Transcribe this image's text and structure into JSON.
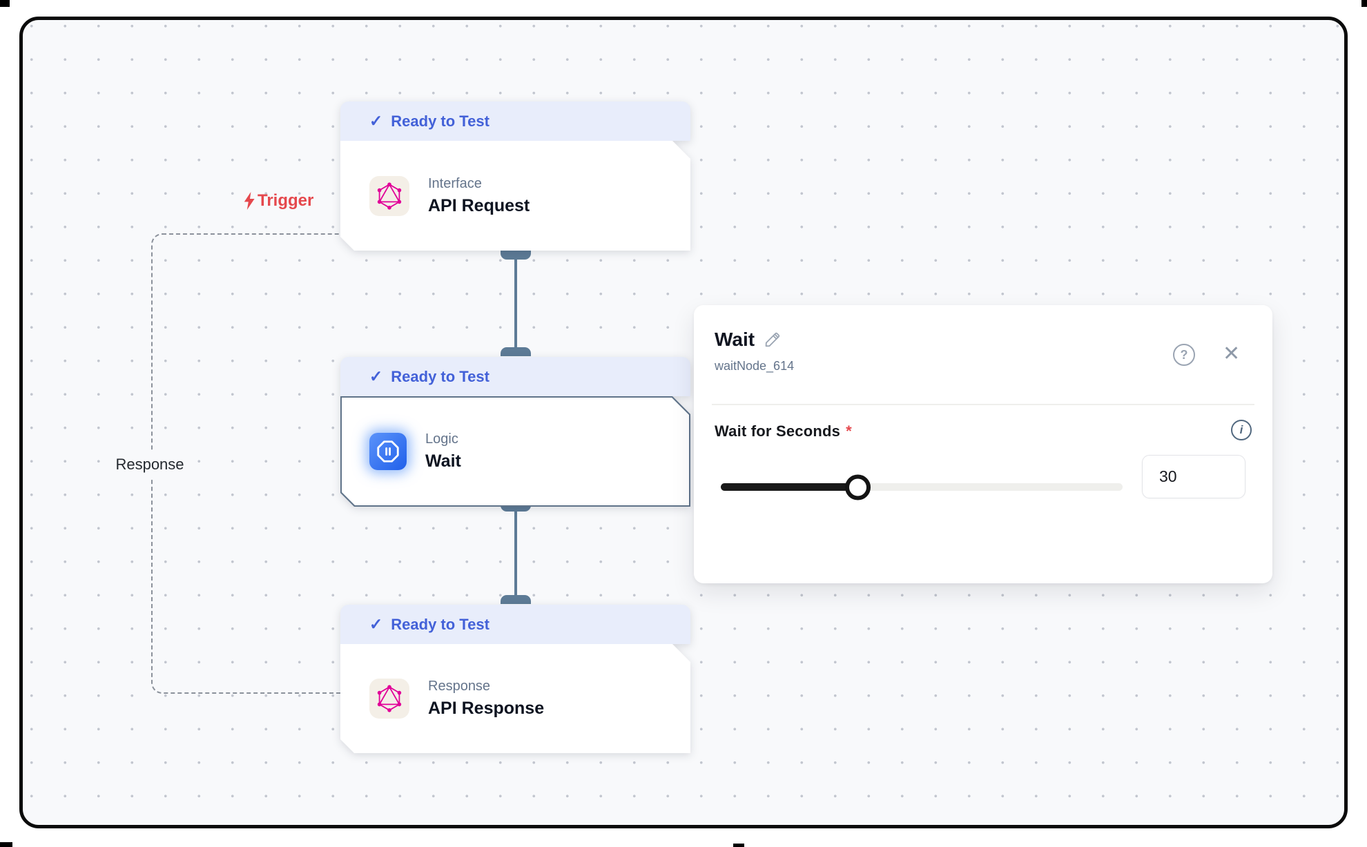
{
  "icons": {
    "check": "✓",
    "close": "✕",
    "help": "?",
    "info": "i"
  },
  "edges": {
    "trigger_label": "Trigger",
    "response_label": "Response"
  },
  "nodes": [
    {
      "status": "Ready to Test",
      "type": "Interface",
      "title": "API Request"
    },
    {
      "status": "Ready to Test",
      "type": "Logic",
      "title": "Wait"
    },
    {
      "status": "Ready to Test",
      "type": "Response",
      "title": "API Response"
    }
  ],
  "panel": {
    "title": "Wait",
    "node_id": "waitNode_614",
    "field": {
      "label": "Wait for Seconds",
      "required_mark": "*",
      "value": "30",
      "slider_fill_pct": 34
    }
  },
  "colors": {
    "accent_blue": "#4361d8",
    "trigger_red": "#e5484d",
    "connector": "#5d7b96",
    "graphql_pink": "#e10098",
    "wait_icon_blue": "#2160ea",
    "slider_fill": "#191919"
  }
}
